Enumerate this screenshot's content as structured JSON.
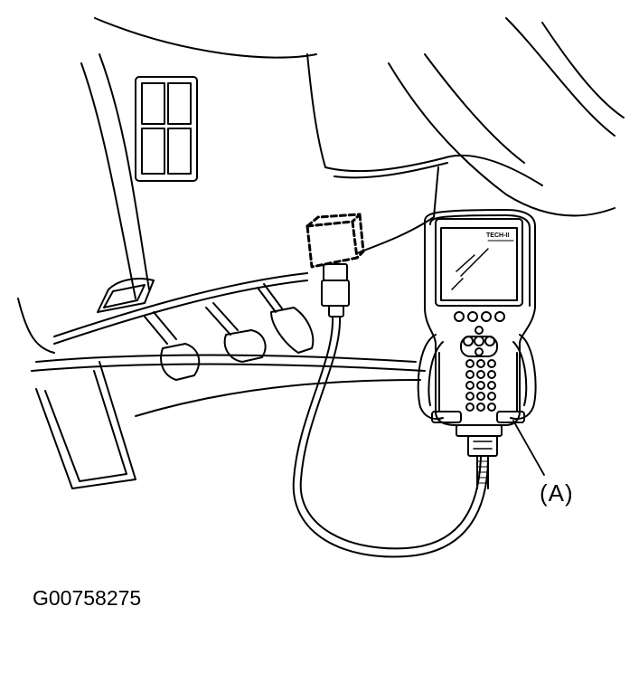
{
  "diagram": {
    "callout_label": "(A)",
    "figure_id": "G00758275",
    "device_screen_text": "TECH-II"
  }
}
